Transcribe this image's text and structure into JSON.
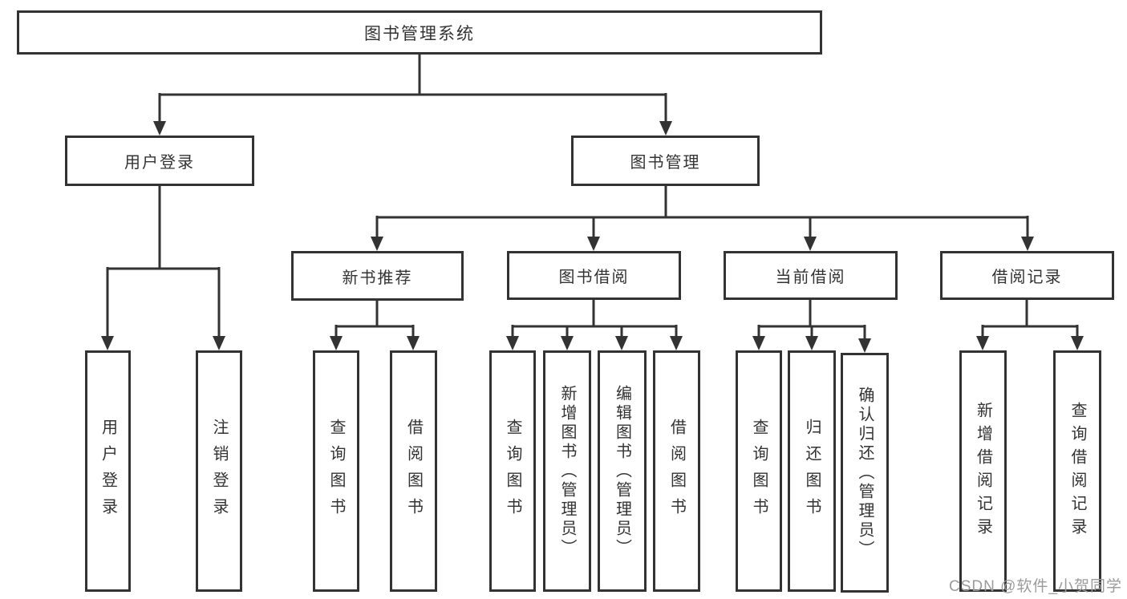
{
  "diagram": {
    "tree": {
      "label": "图书管理系统",
      "children": [
        {
          "label": "用户登录",
          "children": [
            {
              "label": "用户登录"
            },
            {
              "label": "注销登录"
            }
          ]
        },
        {
          "label": "图书管理",
          "children": [
            {
              "label": "新书推荐",
              "children": [
                {
                  "label": "查询图书"
                },
                {
                  "label": "借阅图书"
                }
              ]
            },
            {
              "label": "图书借阅",
              "children": [
                {
                  "label": "查询图书"
                },
                {
                  "label": "新增图书（管理员）"
                },
                {
                  "label": "编辑图书（管理员）"
                },
                {
                  "label": "借阅图书"
                }
              ]
            },
            {
              "label": "当前借阅",
              "children": [
                {
                  "label": "查询图书"
                },
                {
                  "label": "归还图书"
                },
                {
                  "label": "确认归还（管理员）"
                }
              ]
            },
            {
              "label": "借阅记录",
              "children": [
                {
                  "label": "新增借阅记录"
                },
                {
                  "label": "查询借阅记录"
                }
              ]
            }
          ]
        }
      ]
    },
    "colors": {
      "line": "#333333",
      "text": "#333333",
      "box_background": "#ffffff",
      "watermark": "#9b9b9b"
    },
    "watermark": "CSDN @软件_小贺同学"
  }
}
